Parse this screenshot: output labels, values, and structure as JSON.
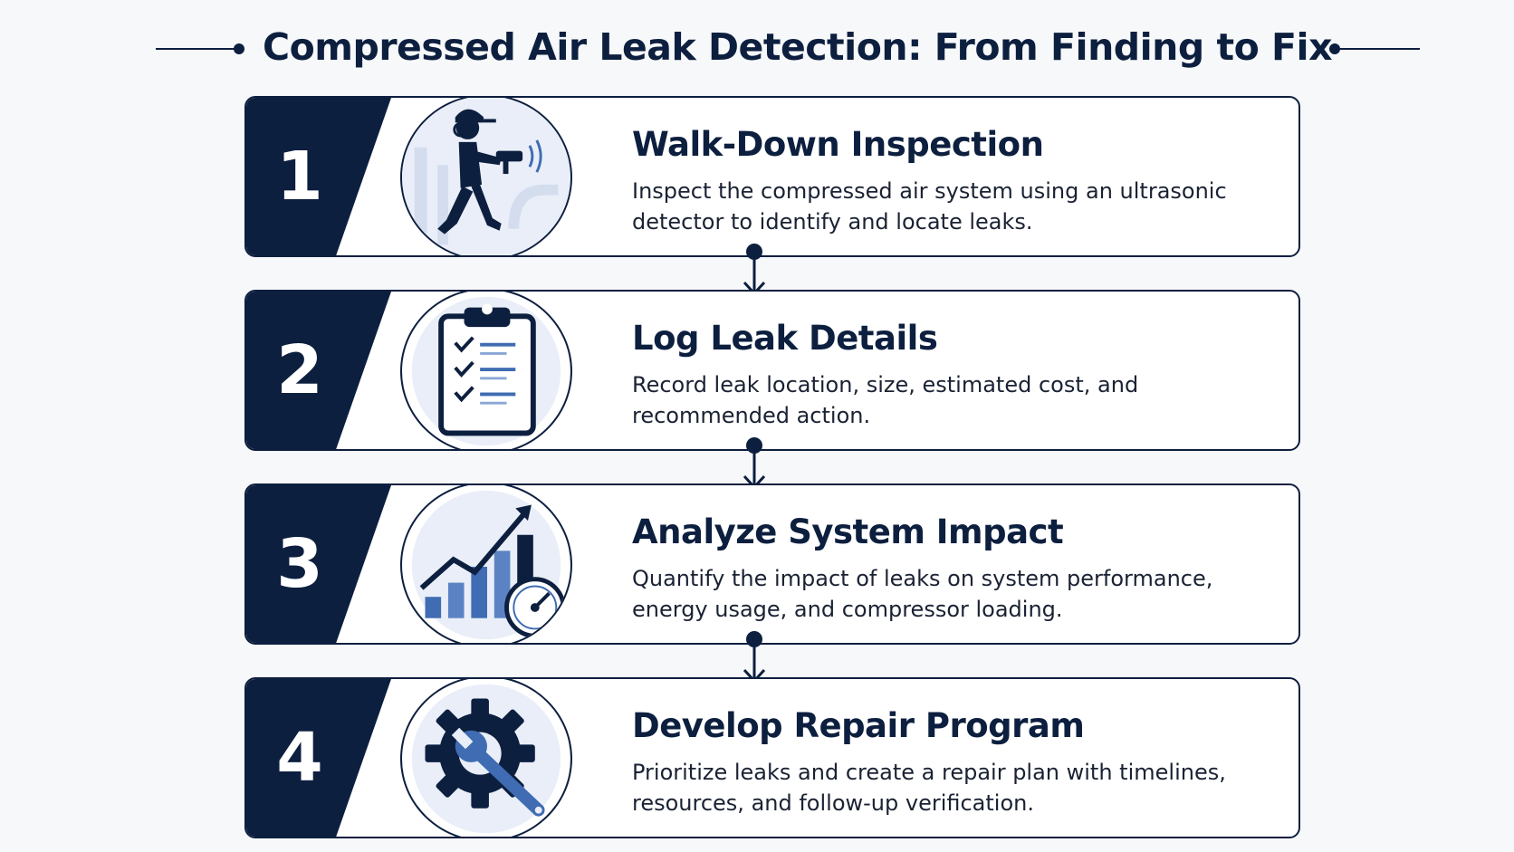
{
  "title": "Compressed Air Leak Detection: From Finding to Fix",
  "colors": {
    "navy": "#0d1f3f",
    "accent_blue": "#3f6cb2",
    "light_blue": "#dbe4f3",
    "background": "#f7f8fa"
  },
  "steps": [
    {
      "number": "1",
      "title": "Walk-Down Inspection",
      "description": "Inspect the compressed air system using an ultrasonic detector to identify and locate leaks.",
      "icon": "technician-ultrasonic-detector-icon"
    },
    {
      "number": "2",
      "title": "Log Leak Details",
      "description": "Record leak location, size, estimated cost, and recommended action.",
      "icon": "clipboard-checklist-icon"
    },
    {
      "number": "3",
      "title": "Analyze System Impact",
      "description": "Quantify the impact of leaks on system performance, energy usage, and compressor loading.",
      "icon": "bar-chart-gauge-icon"
    },
    {
      "number": "4",
      "title": "Develop Repair Program",
      "description": "Prioritize leaks and create a repair plan with timelines, resources, and follow-up verification.",
      "icon": "gear-wrench-icon"
    }
  ]
}
